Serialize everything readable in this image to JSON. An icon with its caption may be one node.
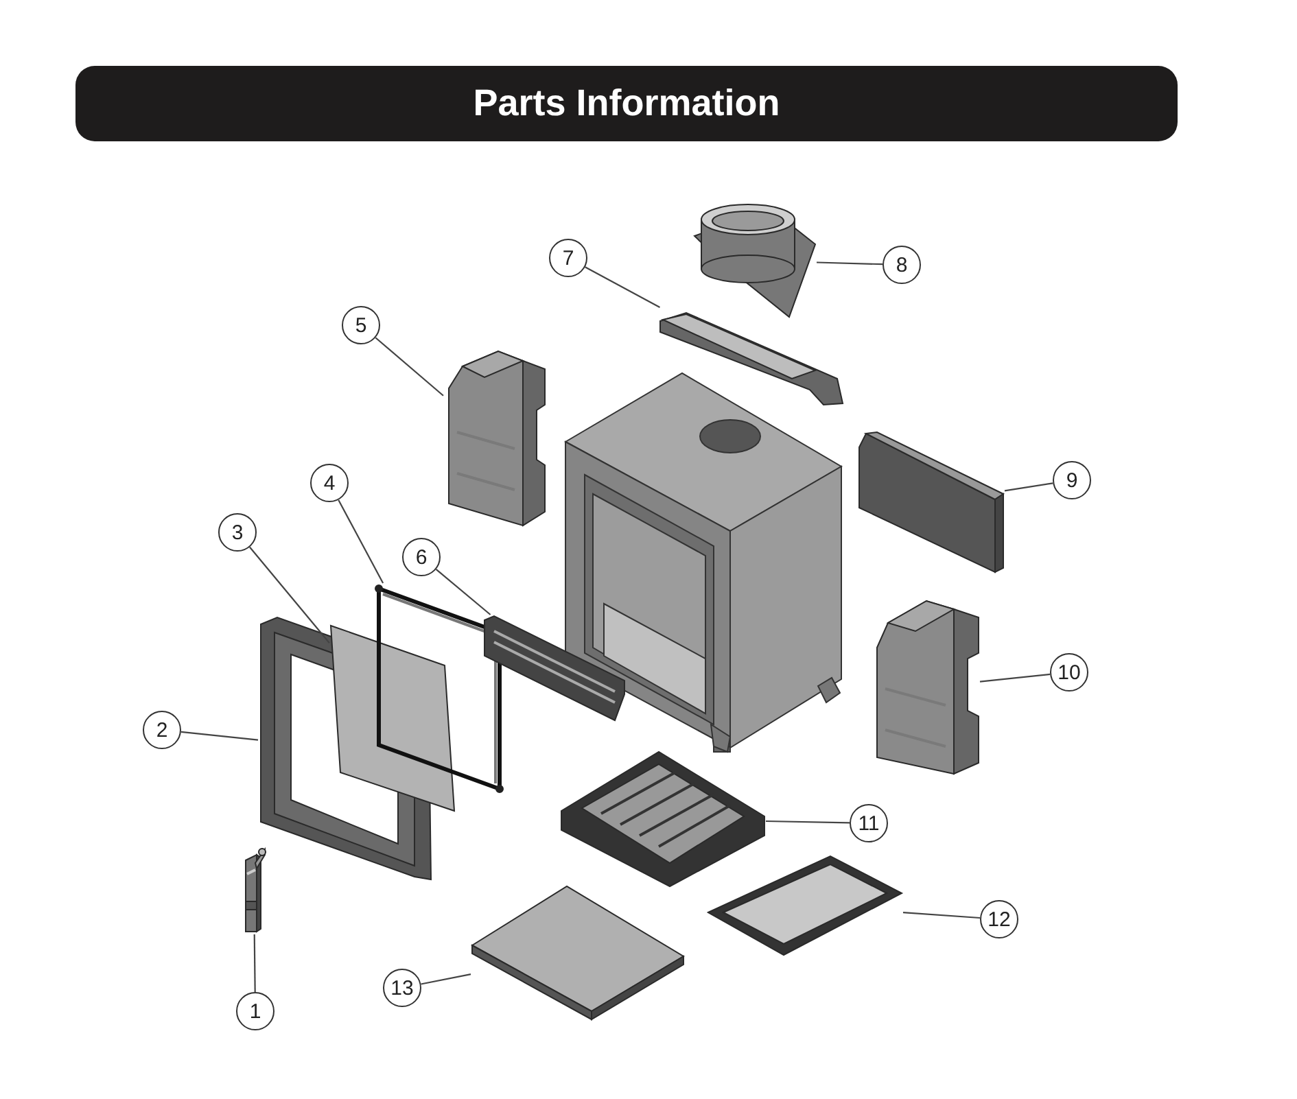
{
  "diagram": {
    "title": "Parts Information",
    "nodes": [
      {
        "text": [
          "1"
        ]
      },
      {
        "text": [
          "2"
        ]
      },
      {
        "text": [
          "3"
        ]
      },
      {
        "text": [
          "4"
        ]
      },
      {
        "text": [
          "5"
        ]
      },
      {
        "text": [
          "6"
        ]
      },
      {
        "text": [
          "7"
        ]
      },
      {
        "text": [
          "8"
        ]
      },
      {
        "text": [
          "9"
        ]
      },
      {
        "text": [
          "10"
        ]
      },
      {
        "text": [
          "11"
        ]
      },
      {
        "text": [
          "12"
        ]
      },
      {
        "text": [
          "13"
        ]
      },
      {
        "text": [],
        "shape": "picture"
      },
      {
        "text": [],
        "shape": "picture"
      },
      {
        "text": [],
        "shape": "picture"
      },
      {
        "text": [],
        "shape": "picture"
      },
      {
        "text": [],
        "shape": "picture"
      },
      {
        "text": [],
        "shape": "picture"
      },
      {
        "text": [],
        "shape": "picture"
      },
      {
        "text": [],
        "shape": "picture"
      },
      {
        "text": [],
        "shape": "picture"
      },
      {
        "text": [],
        "shape": "picture"
      },
      {
        "text": [],
        "shape": "picture"
      },
      {
        "text": [],
        "shape": "picture"
      },
      {
        "text": [],
        "shape": "picture"
      }
    ],
    "edges": [
      {
        "from": 0,
        "to": 13,
        "arrow": "none"
      },
      {
        "from": 1,
        "to": 14,
        "arrow": "none"
      },
      {
        "from": 2,
        "to": 15,
        "arrow": "none"
      },
      {
        "from": 3,
        "to": 16,
        "arrow": "none"
      },
      {
        "from": 4,
        "to": 17,
        "arrow": "none"
      },
      {
        "from": 5,
        "to": 18,
        "arrow": "none"
      },
      {
        "from": 6,
        "to": 19,
        "arrow": "none"
      },
      {
        "from": 7,
        "to": 20,
        "arrow": "none"
      },
      {
        "from": 8,
        "to": 21,
        "arrow": "none"
      },
      {
        "from": 9,
        "to": 22,
        "arrow": "none"
      },
      {
        "from": 10,
        "to": 23,
        "arrow": "none"
      },
      {
        "from": 11,
        "to": 24,
        "arrow": "none"
      },
      {
        "from": 12,
        "to": 25,
        "arrow": "none"
      }
    ]
  }
}
